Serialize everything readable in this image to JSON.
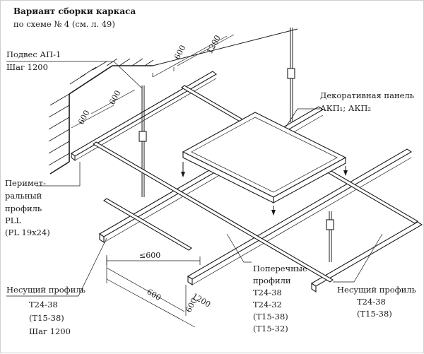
{
  "title": {
    "line1": "Вариант сборки каркаса",
    "line2": "по схеме № 4 (см. л. 49)"
  },
  "labels": {
    "hanger": {
      "line1": "Подвес АП-1",
      "line2": "Шаг 1200"
    },
    "decorative_panel": {
      "line1": "Декоративная панель",
      "line2": "АКП₁; АКП₂"
    },
    "perimeter_profile": {
      "line1": "Перимет-",
      "line2": "ральный",
      "line3": "профиль",
      "line4": "PLL",
      "line5": "(PL 19x24)"
    },
    "cross_profiles": {
      "line1": "Поперечные",
      "line2": "профили",
      "line3": "Т24-38",
      "line4": "Т24-32",
      "line5": "(Т15-38)",
      "line6": "(Т15-32)"
    },
    "main_profile_left": {
      "line1": "Несущий профиль",
      "line2": "Т24-38",
      "line3": "(Т15-38)",
      "line4": "Шаг 1200"
    },
    "main_profile_right": {
      "line1": "Несущий профиль",
      "line2": "Т24-38",
      "line3": "(Т15-38)"
    }
  },
  "dimensions": {
    "top_600": "600",
    "top_1200": "1200",
    "wall_600_a": "600",
    "wall_600_b": "600",
    "left_le600": "≤600",
    "bottom_600": "600",
    "bottom_1200": "1200",
    "bottom_600b": "600"
  }
}
